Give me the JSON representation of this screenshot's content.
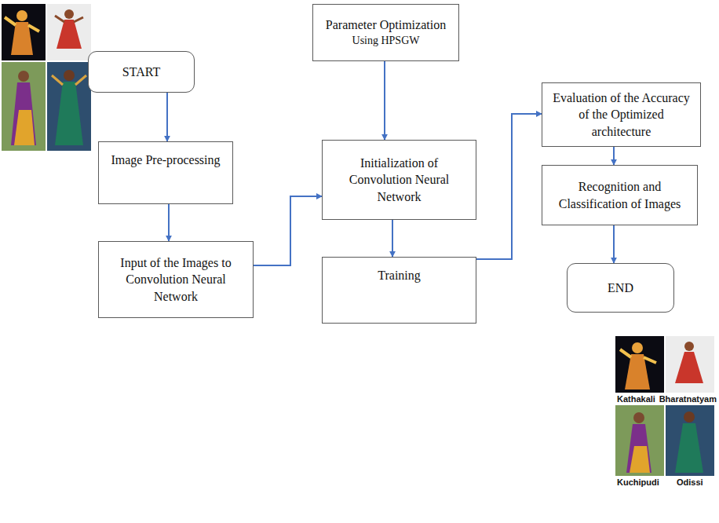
{
  "diagram": {
    "nodes": [
      {
        "text": [
          "START"
        ]
      },
      {
        "text": [
          "Image Pre-processing"
        ]
      },
      {
        "text": [
          "Input of the Images to Convolution Neural Network"
        ]
      },
      {
        "text": [
          "Parameter Optimization",
          "Using HPSGW"
        ]
      },
      {
        "text": [
          "Initialization of Convolution Neural Network"
        ]
      },
      {
        "text": [
          "Training"
        ]
      },
      {
        "text": [
          "Evaluation of the Accuracy of the Optimized architecture"
        ]
      },
      {
        "text": [
          "Recognition and Classification of Images"
        ]
      },
      {
        "text": [
          "END"
        ]
      }
    ],
    "edges": [
      {
        "from": 0,
        "to": 1,
        "arrow": "to"
      },
      {
        "from": 1,
        "to": 2,
        "arrow": "to"
      },
      {
        "from": 2,
        "to": 4,
        "arrow": "to"
      },
      {
        "from": 3,
        "to": 4,
        "arrow": "to"
      },
      {
        "from": 4,
        "to": 5,
        "arrow": "to"
      },
      {
        "from": 5,
        "to": 6,
        "arrow": "to"
      },
      {
        "from": 6,
        "to": 7,
        "arrow": "to"
      },
      {
        "from": 7,
        "to": 8,
        "arrow": "to"
      }
    ],
    "labels": [
      "Kathakali",
      "Bharatnatyam",
      "Kuchipudi",
      "Odissi"
    ]
  }
}
